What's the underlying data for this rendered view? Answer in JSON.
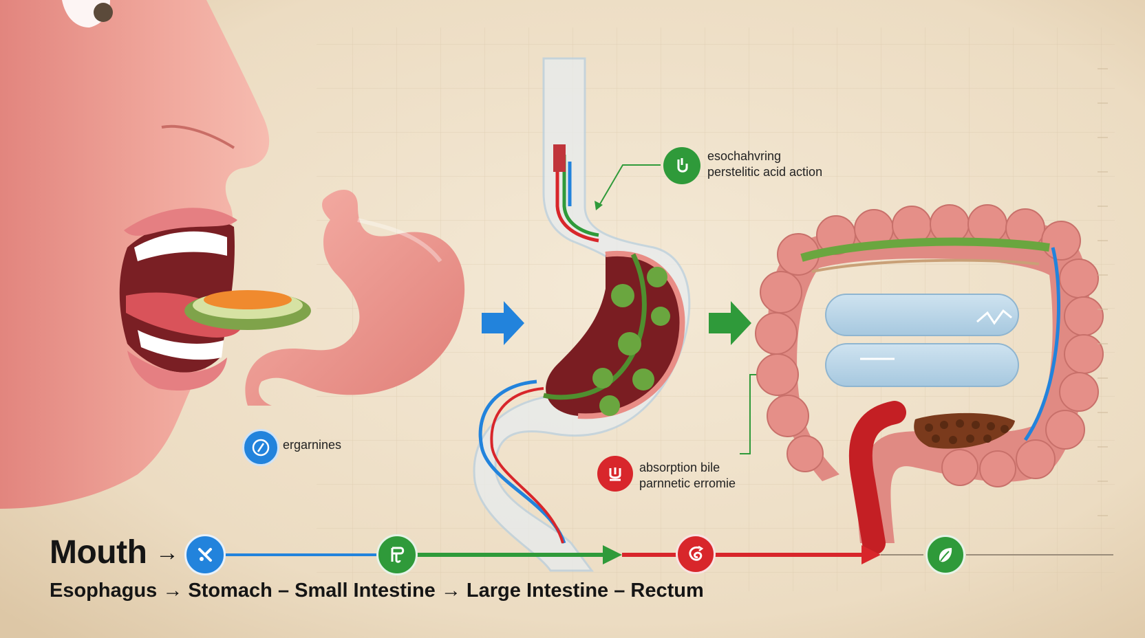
{
  "flow": {
    "start_label": "Mouth",
    "start_arrow": "→",
    "sequence": "Esophagus → Stomach – Small Intestine → Large Intestine – Rectum"
  },
  "annotations": {
    "mouth": "ergarnines",
    "esophagus_line1": "esochahvring",
    "esophagus_line2": "perstelitic acid action",
    "intestine_line1": "absorption bile",
    "intestine_line2": "parnnetic erromie"
  },
  "badges": [
    {
      "name": "mouth-badge",
      "icon": "slash-icon",
      "color": "#2283dc"
    },
    {
      "name": "esophagus-badge",
      "icon": "peristalsis-icon",
      "color": "#2f9a3a"
    },
    {
      "name": "intestine-badge",
      "icon": "bile-icon",
      "color": "#d8262b"
    }
  ],
  "timeline_nodes": [
    {
      "name": "timeline-mouth-node",
      "icon": "utensils-icon",
      "color": "#2283dc"
    },
    {
      "name": "timeline-stomach-node",
      "icon": "stomach-icon",
      "color": "#2f9a3a"
    },
    {
      "name": "timeline-intestine-node",
      "icon": "intestine-icon",
      "color": "#d8262b"
    },
    {
      "name": "timeline-rectum-node",
      "icon": "leaf-icon",
      "color": "#2f9a3a"
    }
  ],
  "colors": {
    "blue": "#2283dc",
    "green": "#2f9a3a",
    "red": "#d8262b",
    "background": "#efe0c8",
    "tissue": "#e88f86"
  }
}
